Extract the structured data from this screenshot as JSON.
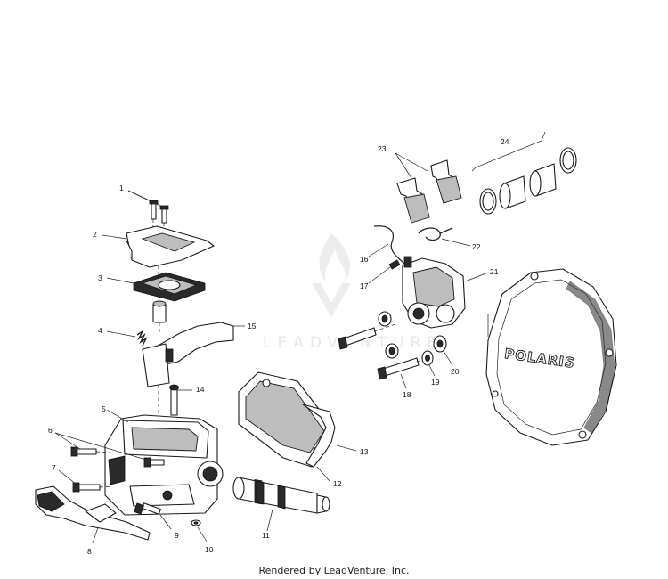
{
  "diagram": {
    "callouts": [
      "1",
      "2",
      "3",
      "4",
      "5",
      "6",
      "7",
      "8",
      "9",
      "10",
      "11",
      "12",
      "13",
      "14",
      "15",
      "16",
      "17",
      "18",
      "19",
      "20",
      "21",
      "22",
      "23",
      "24"
    ],
    "watermark_text": "LEADVENTURE",
    "logo_text": "POLARIS"
  },
  "footer": {
    "credit": "Rendered by LeadVenture, Inc."
  }
}
